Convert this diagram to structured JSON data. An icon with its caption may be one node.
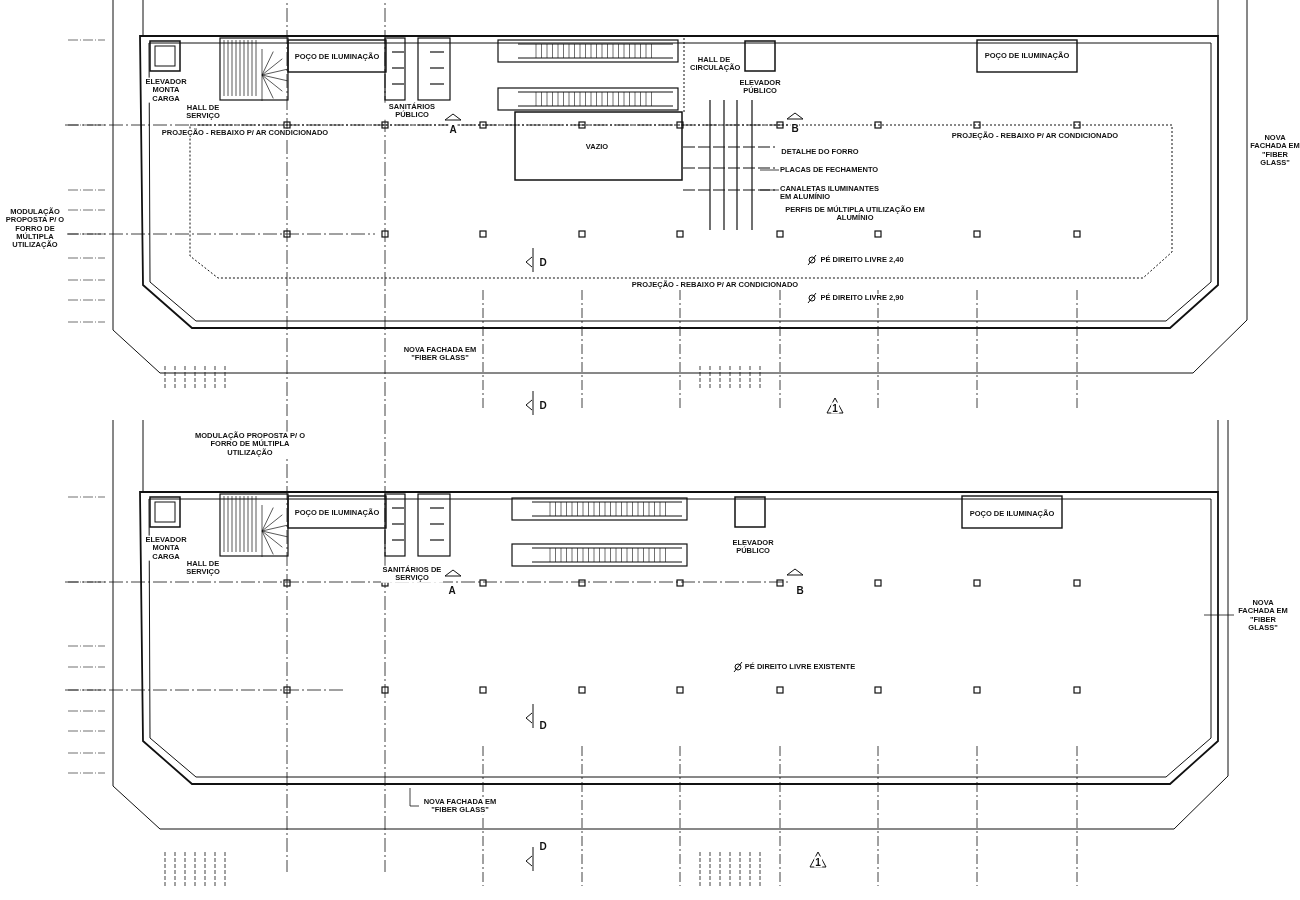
{
  "diagram": {
    "nodes": [
      {
        "text": [
          "NOVA FACHADA EM \"FIBER GLASS\""
        ]
      },
      {
        "text": [
          "PLACAS DE FECHAMENTO"
        ]
      },
      {
        "text": [
          "CANALETAS ILUMINANTES EM ALUMÍNIO"
        ]
      },
      {
        "text": [
          "NOVA FACHADA EM \"FIBER GLASS\""
        ]
      },
      {
        "text": [
          "NOVA FACHADA EM \"FIBER GLASS\""
        ]
      },
      {
        "text": [
          "NOVA FACHADA EM \"FIBER GLASS\""
        ]
      }
    ],
    "edges": [
      {
        "from": 1,
        "to": null,
        "arrow": "none"
      },
      {
        "from": 2,
        "to": null,
        "arrow": "none"
      },
      {
        "from": 4,
        "to": null,
        "arrow": "none"
      },
      {
        "from": 5,
        "to": null,
        "arrow": "none"
      }
    ],
    "labels": [
      "ELEVADOR MONTA CARGA",
      "HALL DE SERVIÇO",
      "POÇO DE ILUMINAÇÃO",
      "HALL DE CIRCULAÇÃO",
      "ELEVADOR PÚBLICO",
      "POÇO DE ILUMINAÇÃO",
      "SANITÁRIOS PÚBLICO",
      "A",
      "B",
      "PROJEÇÃO - REBAIXO P/ AR CONDICIONADO",
      "PROJEÇÃO - REBAIXO P/ AR CONDICIONADO",
      "VAZIO",
      "DETALHE DO FORRO",
      "PERFIS DE MÚLTIPLA UTILIZAÇÃO EM ALUMÍNIO",
      "MODULAÇÃO PROPOSTA P/ O FORRO DE MÚLTIPLA UTILIZAÇÃO",
      "D",
      "PÉ DIREITO LIVRE 2,40",
      "PROJEÇÃO - REBAIXO P/ AR CONDICIONADO",
      "PÉ DIREITO LIVRE 2,90",
      "D",
      "1",
      "MODULAÇÃO PROPOSTA P/ O FORRO DE MÚLTIPLA UTILIZAÇÃO",
      "ELEVADOR MONTA CARGA",
      "HALL DE SERVIÇO",
      "POÇO DE ILUMINAÇÃO",
      "ELEVADOR PÚBLICO",
      "POÇO DE ILUMINAÇÃO",
      "SANITÁRIOS DE SERVIÇO",
      "A",
      "B",
      "PÉ DIREITO LIVRE EXISTENTE",
      "D",
      "D",
      "1"
    ]
  }
}
